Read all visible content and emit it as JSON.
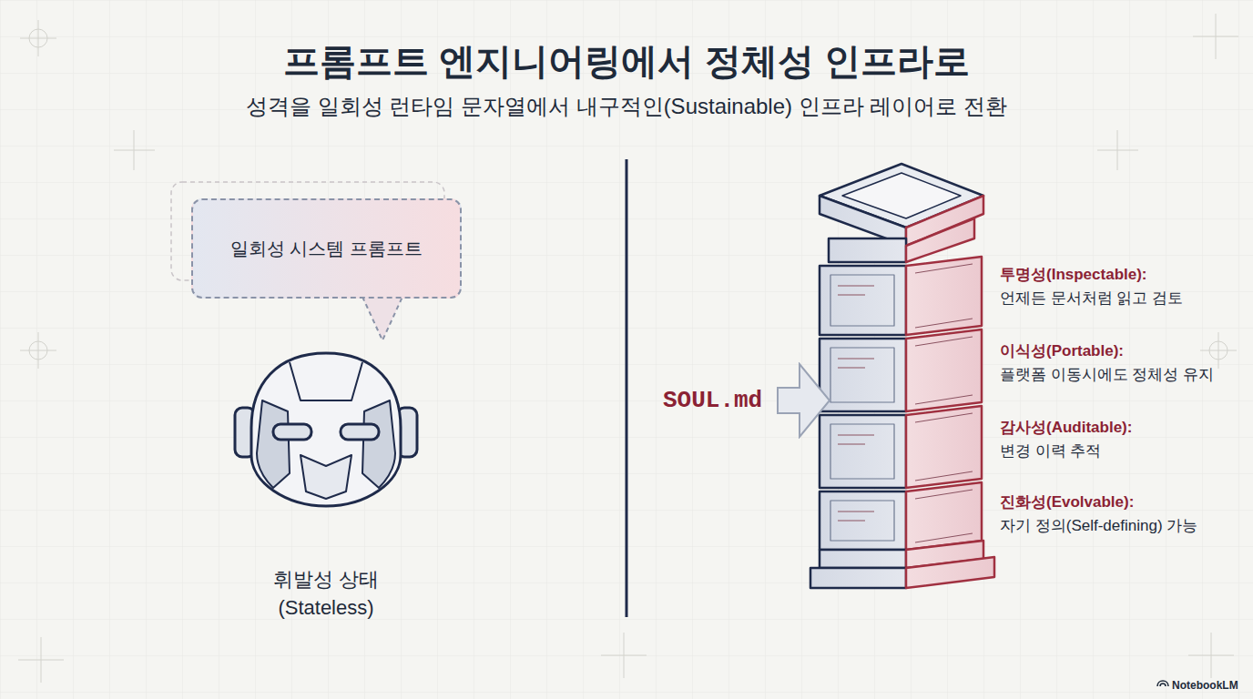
{
  "diagram": {
    "title": "프롬프트 엔지니어링에서 정체성 인프라로",
    "nodes": [
      {
        "text": [
          "일회성 시스템 프롬프트"
        ]
      },
      {
        "text": [
          "SOUL.md"
        ]
      }
    ],
    "labels": [
      "성격을 일회성 런타임 문자열에서 내구적인(Sustainable) 인프라 레이어로 전환",
      "휘발성 상태 (Stateless)",
      "투명성(Inspectable):",
      "언제든 문서처럼 읽고 검토",
      "이식성(Portable):",
      "플랫폼 이동시에도 정체성 유지",
      "감사성(Auditable):",
      "변경 이력 추적",
      "진화성(Evolvable):",
      "자기 정의(Self-defining) 가능",
      "NotebookLM"
    ]
  }
}
